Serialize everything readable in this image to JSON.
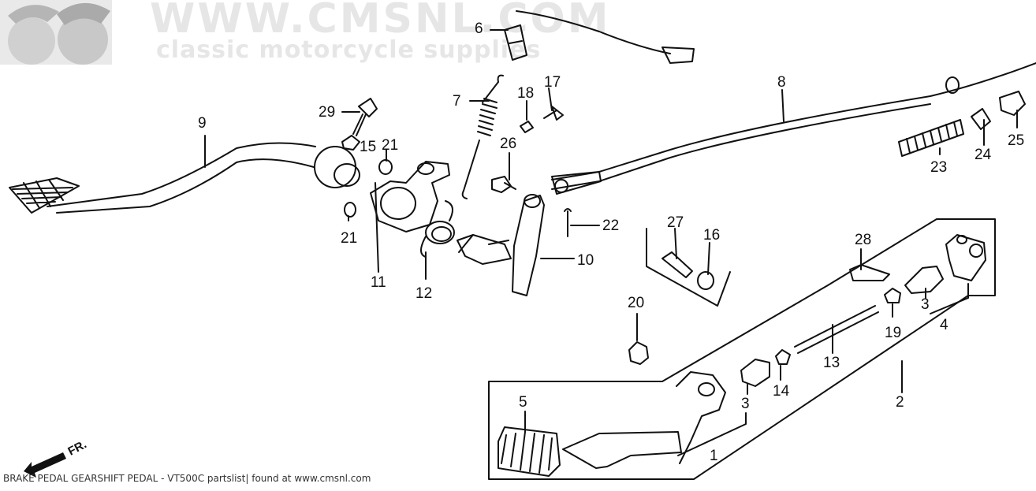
{
  "watermark": {
    "line1": "WWW.CMSNL.COM",
    "line2": "classic motorcycle supplies"
  },
  "direction_marker": "FR.",
  "caption": "BRAKE PEDAL  GEARSHIFT PEDAL - VT500C partslist| found at www.cmsnl.com",
  "callouts": {
    "c1": "1",
    "c2": "2",
    "c3a": "3",
    "c3b": "3",
    "c4": "4",
    "c5": "5",
    "c6": "6",
    "c7": "7",
    "c8": "8",
    "c9": "9",
    "c10": "10",
    "c11": "11",
    "c12": "12",
    "c13": "13",
    "c14": "14",
    "c15": "15",
    "c16": "16",
    "c17": "17",
    "c18": "18",
    "c19": "19",
    "c20": "20",
    "c21a": "21",
    "c21b": "21",
    "c22": "22",
    "c23": "23",
    "c24": "24",
    "c25": "25",
    "c26": "26",
    "c27": "27",
    "c28": "28",
    "c29": "29"
  },
  "colors": {
    "ink": "#111111",
    "watermark": "#e6e6e6"
  }
}
